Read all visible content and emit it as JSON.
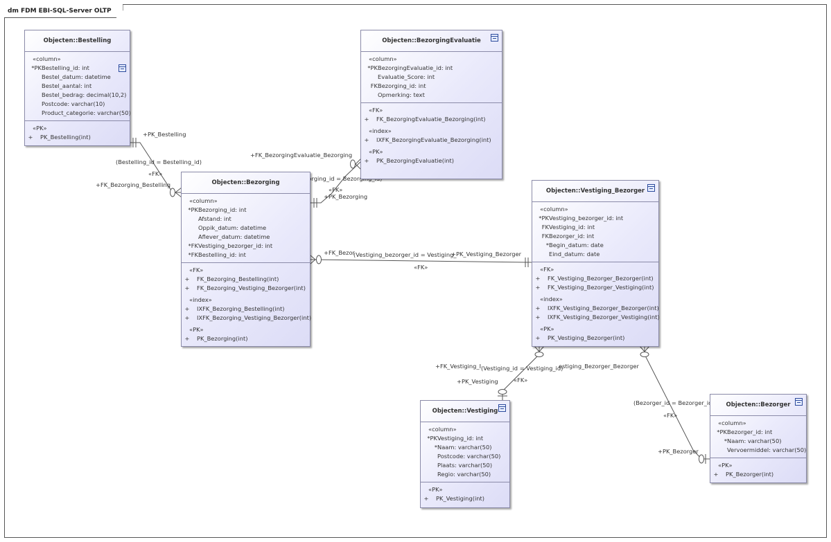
{
  "diagram_title": "dm FDM EBI-SQL-Server OLTP",
  "entities": {
    "bestelling": {
      "title": "Objecten::Bestelling",
      "column_stereo": "«column»",
      "columns": [
        {
          "mark": "*PK",
          "text": "Bestelling_id: int"
        },
        {
          "mark": "",
          "text": "Bestel_datum: datetime"
        },
        {
          "mark": "",
          "text": "Bestel_aantal: int"
        },
        {
          "mark": "",
          "text": "Bestel_bedrag: decimal(10,2)"
        },
        {
          "mark": "",
          "text": "Postcode: varchar(10)"
        },
        {
          "mark": "",
          "text": "Product_categorie: varchar(50)"
        }
      ],
      "pk_stereo": "«PK»",
      "pk": [
        {
          "mark": "+",
          "text": "PK_Bestelling(int)"
        }
      ]
    },
    "evaluatie": {
      "title": "Objecten::BezorgingEvaluatie",
      "column_stereo": "«column»",
      "columns": [
        {
          "mark": "*PK",
          "text": "BezorgingEvaluatie_id: int"
        },
        {
          "mark": "",
          "text": "Evaluatie_Score: int"
        },
        {
          "mark": "FK",
          "text": "Bezorging_id: int"
        },
        {
          "mark": "",
          "text": "Opmerking: text"
        }
      ],
      "fk_stereo": "«FK»",
      "fk": [
        {
          "mark": "+",
          "text": "FK_BezorgingEvaluatie_Bezorging(int)"
        }
      ],
      "index_stereo": "«index»",
      "index": [
        {
          "mark": "+",
          "text": "IXFK_BezorgingEvaluatie_Bezorging(int)"
        }
      ],
      "pk_stereo": "«PK»",
      "pk": [
        {
          "mark": "+",
          "text": "PK_BezorgingEvaluatie(int)"
        }
      ]
    },
    "bezorging": {
      "title": "Objecten::Bezorging",
      "column_stereo": "«column»",
      "columns": [
        {
          "mark": "*PK",
          "text": "Bezorging_id: int"
        },
        {
          "mark": "",
          "text": "Afstand: int"
        },
        {
          "mark": "",
          "text": "Oppik_datum: datetime"
        },
        {
          "mark": "",
          "text": "Aflever_datum: datetime"
        },
        {
          "mark": "*FK",
          "text": "Vestiging_bezorger_id: int"
        },
        {
          "mark": "*FK",
          "text": "Bestelling_id: int"
        }
      ],
      "fk_stereo": "«FK»",
      "fk": [
        {
          "mark": "+",
          "text": "FK_Bezorging_Bestelling(int)"
        },
        {
          "mark": "+",
          "text": "FK_Bezorging_Vestiging_Bezorger(int)"
        }
      ],
      "index_stereo": "«index»",
      "index": [
        {
          "mark": "+",
          "text": "IXFK_Bezorging_Bestelling(int)"
        },
        {
          "mark": "+",
          "text": "IXFK_Bezorging_Vestiging_Bezorger(int)"
        }
      ],
      "pk_stereo": "«PK»",
      "pk": [
        {
          "mark": "+",
          "text": "PK_Bezorging(int)"
        }
      ]
    },
    "vestiging_bezorger": {
      "title": "Objecten::Vestiging_Bezorger",
      "column_stereo": "«column»",
      "columns": [
        {
          "mark": "*PK",
          "text": "Vestiging_bezorger_id: int"
        },
        {
          "mark": "FK",
          "text": "Vestiging_id: int"
        },
        {
          "mark": "FK",
          "text": "Bezorger_id: int"
        },
        {
          "mark": "*",
          "text": "Begin_datum: date"
        },
        {
          "mark": "",
          "text": "Eind_datum: date"
        }
      ],
      "fk_stereo": "«FK»",
      "fk": [
        {
          "mark": "+",
          "text": "FK_Vestiging_Bezorger_Bezorger(int)"
        },
        {
          "mark": "+",
          "text": "FK_Vestiging_Bezorger_Vestiging(int)"
        }
      ],
      "index_stereo": "«index»",
      "index": [
        {
          "mark": "+",
          "text": "IXFK_Vestiging_Bezorger_Bezorger(int)"
        },
        {
          "mark": "+",
          "text": "IXFK_Vestiging_Bezorger_Vestiging(int)"
        }
      ],
      "pk_stereo": "«PK»",
      "pk": [
        {
          "mark": "+",
          "text": "PK_Vestiging_Bezorger(int)"
        }
      ]
    },
    "vestiging": {
      "title": "Objecten::Vestiging",
      "column_stereo": "«column»",
      "columns": [
        {
          "mark": "*PK",
          "text": "Vestiging_id: int"
        },
        {
          "mark": "*",
          "text": "Naam: varchar(50)"
        },
        {
          "mark": "",
          "text": "Postcode: varchar(50)"
        },
        {
          "mark": "",
          "text": "Plaats: varchar(50)"
        },
        {
          "mark": "",
          "text": "Regio: varchar(50)"
        }
      ],
      "pk_stereo": "«PK»",
      "pk": [
        {
          "mark": "+",
          "text": "PK_Vestiging(int)"
        }
      ]
    },
    "bezorger": {
      "title": "Objecten::Bezorger",
      "column_stereo": "«column»",
      "columns": [
        {
          "mark": "*PK",
          "text": "Bezorger_id: int"
        },
        {
          "mark": "*",
          "text": "Naam: varchar(50)"
        },
        {
          "mark": "",
          "text": "Vervoermiddel: varchar(50)"
        }
      ],
      "pk_stereo": "«PK»",
      "pk": [
        {
          "mark": "+",
          "text": "PK_Bezorger(int)"
        }
      ]
    }
  },
  "links": {
    "bestelling": {
      "target_role": "+PK_Bestelling",
      "condition": "(Bestelling_id = Bestelling_id)",
      "stereo": "«FK»",
      "source_role": "+FK_Bezorging_Bestelling"
    },
    "evaluatie": {
      "source_role": "+FK_BezorgingEvaluatie_Bezorging",
      "condition": "(Bezorging_id = Bezorging_id)",
      "stereo": "«FK»",
      "target_role": "+PK_Bezorging"
    },
    "vestiging_bezorger": {
      "source_role": "+FK_Bezor",
      "condition": "(Vestiging_bezorger_id = Vestiging_",
      "target_role": "+PK_Vestiging_Bezorger",
      "stereo": "«FK»"
    },
    "vestiging": {
      "source_role": "+FK_Vestiging_I",
      "condition": "(Vestiging_id = Vestiging_id)",
      "target_role": "+PK_Vestiging",
      "stereo": "«FK»",
      "other_role_fragment": "estiging_Bezorger_Bezorger"
    },
    "bezorger": {
      "condition": "(Bezorger_id = Bezorger_id)",
      "stereo": "«FK»",
      "target_role": "+PK_Bezorger"
    }
  }
}
